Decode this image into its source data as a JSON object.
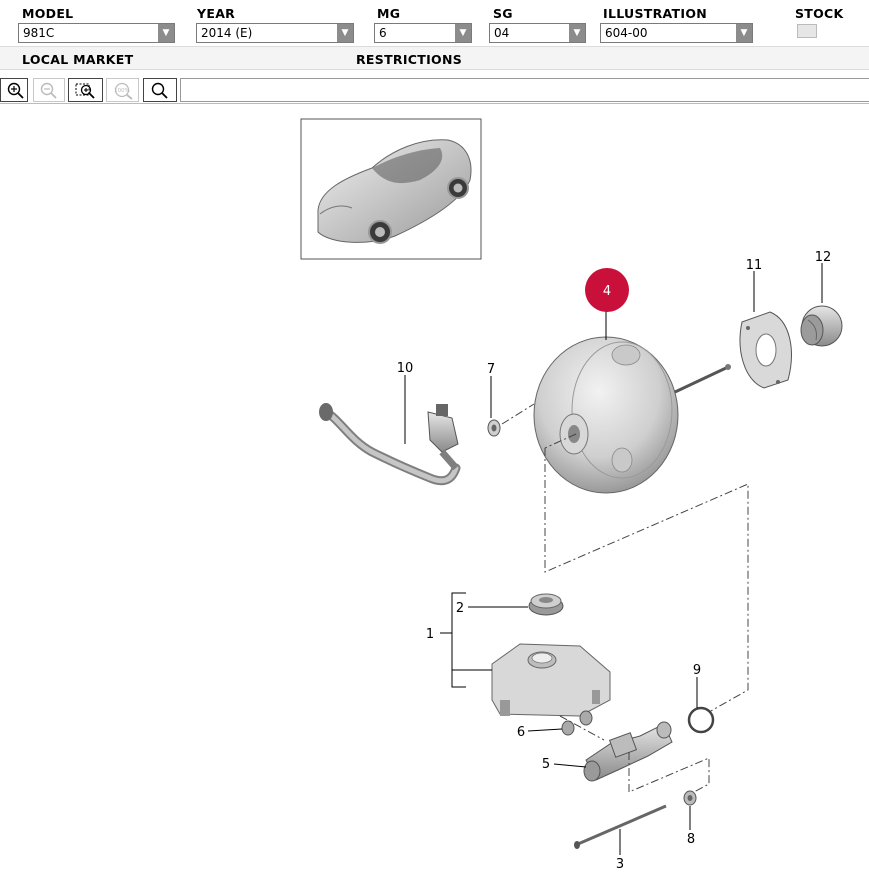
{
  "header": {
    "labels": {
      "model": "MODEL",
      "year": "YEAR",
      "mg": "MG",
      "sg": "SG",
      "illustration": "ILLUSTRATION",
      "stock": "STOCK"
    },
    "values": {
      "model": "981C",
      "year": "2014 (E)",
      "mg": "6",
      "sg": "04",
      "illustration": "604-00"
    }
  },
  "market": {
    "local_market": "LOCAL MARKET",
    "restrictions": "RESTRICTIONS"
  },
  "toolbar": {
    "zoom_100_label": "100%"
  },
  "diagram": {
    "callouts": {
      "c1": "1",
      "c2": "2",
      "c3": "3",
      "c4": "4",
      "c5": "5",
      "c6": "6",
      "c7": "7",
      "c8": "8",
      "c9": "9",
      "c10": "10",
      "c11": "11",
      "c12": "12"
    },
    "highlight_color": "#c8103a"
  }
}
